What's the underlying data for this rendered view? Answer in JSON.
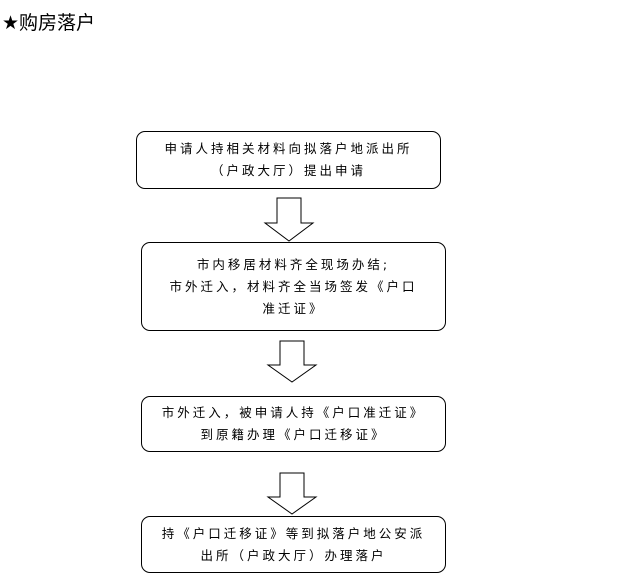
{
  "title": "★购房落户",
  "steps": [
    {
      "lines": [
        "申请人持相关材料向拟落户地派出所",
        "（户政大厅）提出申请"
      ]
    },
    {
      "lines": [
        "市内移居材料齐全现场办结;",
        "市外迁入，材料齐全当场签发《户口",
        "准迁证》"
      ]
    },
    {
      "lines": [
        "市外迁入，被申请人持《户口准迁证》",
        "到原籍办理《户口迁移证》"
      ]
    },
    {
      "lines": [
        "持《户口迁移证》等到拟落户地公安派",
        "出所（户政大厅）办理落户"
      ]
    }
  ]
}
